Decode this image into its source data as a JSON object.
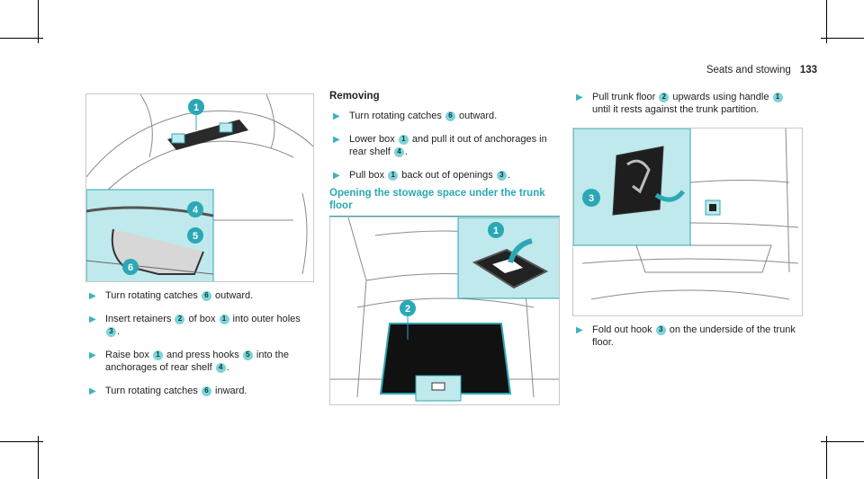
{
  "header": {
    "section": "Seats and stowing",
    "page": "133"
  },
  "left_figure": {
    "callouts": [
      "1",
      "4",
      "5",
      "6"
    ]
  },
  "left_steps": [
    {
      "segs": [
        [
          "t",
          "Turn rotating catches "
        ],
        [
          "b",
          "6"
        ],
        [
          "t",
          " outward."
        ]
      ]
    },
    {
      "segs": [
        [
          "t",
          "Insert retainers "
        ],
        [
          "b",
          "2"
        ],
        [
          "t",
          " of box "
        ],
        [
          "b",
          "1"
        ],
        [
          "t",
          " into outer holes "
        ],
        [
          "b",
          "3"
        ],
        [
          "t",
          "."
        ]
      ]
    },
    {
      "segs": [
        [
          "t",
          "Raise box "
        ],
        [
          "b",
          "1"
        ],
        [
          "t",
          " and press hooks "
        ],
        [
          "b",
          "5"
        ],
        [
          "t",
          " into the anchorages of rear shelf "
        ],
        [
          "b",
          "4"
        ],
        [
          "t",
          "."
        ]
      ]
    },
    {
      "segs": [
        [
          "t",
          "Turn rotating catches "
        ],
        [
          "b",
          "6"
        ],
        [
          "t",
          " inward."
        ]
      ]
    }
  ],
  "middle": {
    "removing_title": "Removing",
    "steps": [
      {
        "segs": [
          [
            "t",
            "Turn rotating catches "
          ],
          [
            "b",
            "6"
          ],
          [
            "t",
            " outward."
          ]
        ]
      },
      {
        "segs": [
          [
            "t",
            "Lower box "
          ],
          [
            "b",
            "1"
          ],
          [
            "t",
            " and pull it out of anchorages in rear shelf "
          ],
          [
            "b",
            "4"
          ],
          [
            "t",
            "."
          ]
        ]
      },
      {
        "segs": [
          [
            "t",
            "Pull box "
          ],
          [
            "b",
            "1"
          ],
          [
            "t",
            " back out of openings "
          ],
          [
            "b",
            "3"
          ],
          [
            "t",
            "."
          ]
        ]
      }
    ],
    "section_title_line1": "Opening the stowage space under the trunk",
    "section_title_line2": "floor",
    "figure_callouts": [
      "1",
      "2"
    ]
  },
  "right": {
    "steps_top": [
      {
        "segs": [
          [
            "t",
            "Pull trunk floor "
          ],
          [
            "b",
            "2"
          ],
          [
            "t",
            " upwards using handle "
          ],
          [
            "b",
            "1"
          ],
          [
            "t",
            " until it rests against the trunk partition."
          ]
        ]
      }
    ],
    "figure_callouts": [
      "3"
    ],
    "steps_bottom": [
      {
        "segs": [
          [
            "t",
            "Fold out hook "
          ],
          [
            "b",
            "3"
          ],
          [
            "t",
            " on the underside of the trunk floor."
          ]
        ]
      }
    ]
  },
  "colors": {
    "accent": "#2ba8b5",
    "highlight": "#bfe9ec",
    "badge": "#7fd3d8"
  }
}
